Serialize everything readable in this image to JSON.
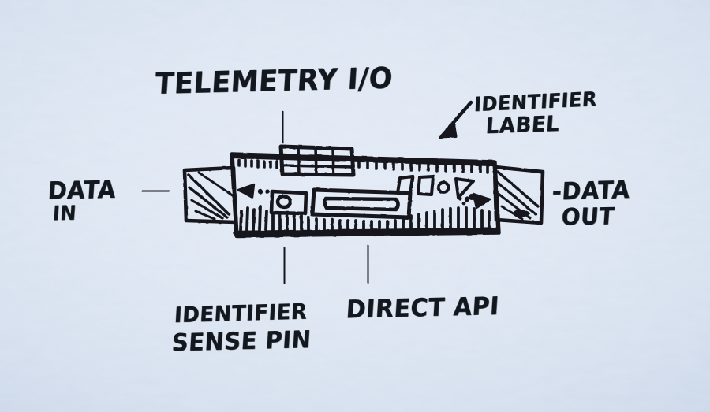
{
  "sketch": {
    "medium": "hand-drawn ink on paper",
    "paper_color": "#e2eaf5",
    "ink_color": "#13171e",
    "subject": "inline data device / dongle with labelled ports"
  },
  "annotations": {
    "telemetry": {
      "label": "TELEMETRY I/O",
      "leader": "vertical-line-down",
      "points_to": "top-grille-connector"
    },
    "identifier_label": {
      "line1": "IDENTIFIER",
      "line2": "LABEL",
      "leader": "arrow-down-left",
      "points_to": "glyph-marking-panel"
    },
    "data_in": {
      "line1": "DATA",
      "line2": "IN",
      "leader": "dash-right",
      "points_to": "left-connector"
    },
    "data_out": {
      "line1": "-DATA",
      "line2": "OUT",
      "leader": "dash-left",
      "points_to": "right-connector"
    },
    "identifier_sense_pin": {
      "line1": "IDENTIFIER",
      "line2": "SENSE PIN",
      "leader": "vertical-line-up",
      "points_to": "circle-contact-pad"
    },
    "direct_api": {
      "label": "DIRECT API",
      "leader": "vertical-line-up",
      "points_to": "long-slot-port"
    }
  },
  "device": {
    "name": "inline-device-body",
    "parts": [
      {
        "name": "left-connector",
        "style": "hatched-box"
      },
      {
        "name": "right-connector",
        "style": "hatched-box"
      },
      {
        "name": "top-grille-connector",
        "style": "grid-block",
        "columns": 4,
        "rows": 3
      },
      {
        "name": "glyph-marking-panel",
        "style": "glyphs",
        "glyphs": [
          "rect",
          "rect",
          "circle",
          "triangle",
          "dot",
          "dot"
        ]
      },
      {
        "name": "circle-contact-pad",
        "style": "circle-in-box"
      },
      {
        "name": "long-slot-port",
        "style": "rounded-slot"
      },
      {
        "name": "bottom-contact-teeth",
        "style": "comb-teeth"
      },
      {
        "name": "top-edge-ticks",
        "style": "dash-row"
      },
      {
        "name": "left-inner-arrow",
        "style": "filled-triangle"
      },
      {
        "name": "right-inner-arrow",
        "style": "filled-triangle"
      }
    ]
  }
}
